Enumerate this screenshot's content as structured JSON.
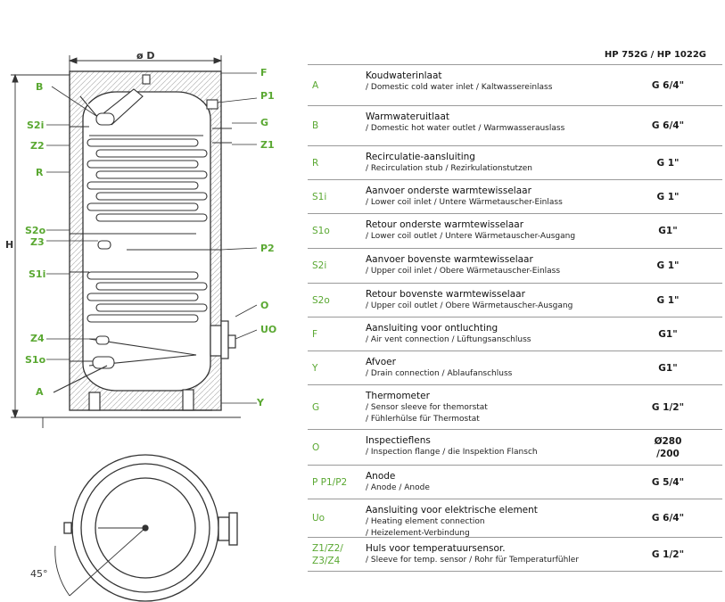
{
  "header": {
    "model": "HP 752G / HP 1022G"
  },
  "rows": [
    {
      "code": "A",
      "title": "Koudwaterinlaat",
      "sub": [
        "/ Domestic cold water inlet / Kaltwassereinlass"
      ],
      "value": "G 6/4\""
    },
    {
      "code": "B",
      "title": "Warmwateruitlaat",
      "sub": [
        "/ Domestic hot water outlet / Warmwasserauslass"
      ],
      "value": "G 6/4\""
    },
    {
      "code": "R",
      "title": "Recirculatie-aansluiting",
      "sub": [
        "/ Recirculation stub / Rezirkulationstutzen"
      ],
      "value": "G 1\""
    },
    {
      "code": "S1i",
      "title": "Aanvoer onderste warmtewisselaar",
      "sub": [
        "/ Lower coil inlet / Untere Wärmetauscher-Einlass"
      ],
      "value": "G 1\""
    },
    {
      "code": "S1o",
      "title": "Retour onderste warmtewisselaar",
      "sub": [
        "/ Lower coil outlet / Untere Wärmetauscher-Ausgang"
      ],
      "value": "G1\""
    },
    {
      "code": "S2i",
      "title": "Aanvoer bovenste warmtewisselaar",
      "sub": [
        "/ Upper coil inlet / Obere Wärmetauscher-Einlass"
      ],
      "value": "G 1\""
    },
    {
      "code": "S2o",
      "title": "Retour bovenste warmtewisselaar",
      "sub": [
        "/ Upper coil outlet / Obere Wärmetauscher-Ausgang"
      ],
      "value": "G 1\""
    },
    {
      "code": "F",
      "title": "Aansluiting voor ontluchting",
      "sub": [
        "/ Air vent connection / Lüftungsanschluss"
      ],
      "value": "G1\""
    },
    {
      "code": "Y",
      "title": "Afvoer",
      "sub": [
        "/ Drain connection / Ablaufanschluss"
      ],
      "value": "G1\""
    },
    {
      "code": "G",
      "title": "Thermometer",
      "sub": [
        "/ Sensor sleeve for themorstat",
        "/ Fühlerhülse für Thermostat"
      ],
      "value": "G 1/2\""
    },
    {
      "code": "O",
      "title": "Inspectieflens",
      "sub": [
        "/ Inspection flange / die Inspektion Flansch"
      ],
      "value": "Ø280\n/200"
    },
    {
      "code": "P P1/P2",
      "title": "Anode",
      "sub": [
        "/ Anode / Anode"
      ],
      "value": "G 5/4\""
    },
    {
      "code": "Uo",
      "title": "Aansluiting voor elektrische element",
      "sub": [
        "/ Heating element connection",
        "/ Heizelement-Verbindung"
      ],
      "value": "G 6/4\""
    },
    {
      "code": "Z1/Z2/\nZ3/Z4",
      "title": "Huls voor temperatuursensor.",
      "sub": [
        "/ Sleeve for temp. sensor / Rohr für Temperaturfühler"
      ],
      "value": "G 1/2\""
    }
  ],
  "diagram": {
    "dim_diameter": "ø D",
    "dim_height": "H",
    "angle": "45°",
    "left_labels": [
      "B",
      "S2i",
      "Z2",
      "R",
      "S2o",
      "Z3",
      "S1i",
      "Z4",
      "S1o",
      "A"
    ],
    "right_labels": [
      "F",
      "P1",
      "G",
      "Z1",
      "P2",
      "O",
      "UO",
      "Y"
    ]
  }
}
